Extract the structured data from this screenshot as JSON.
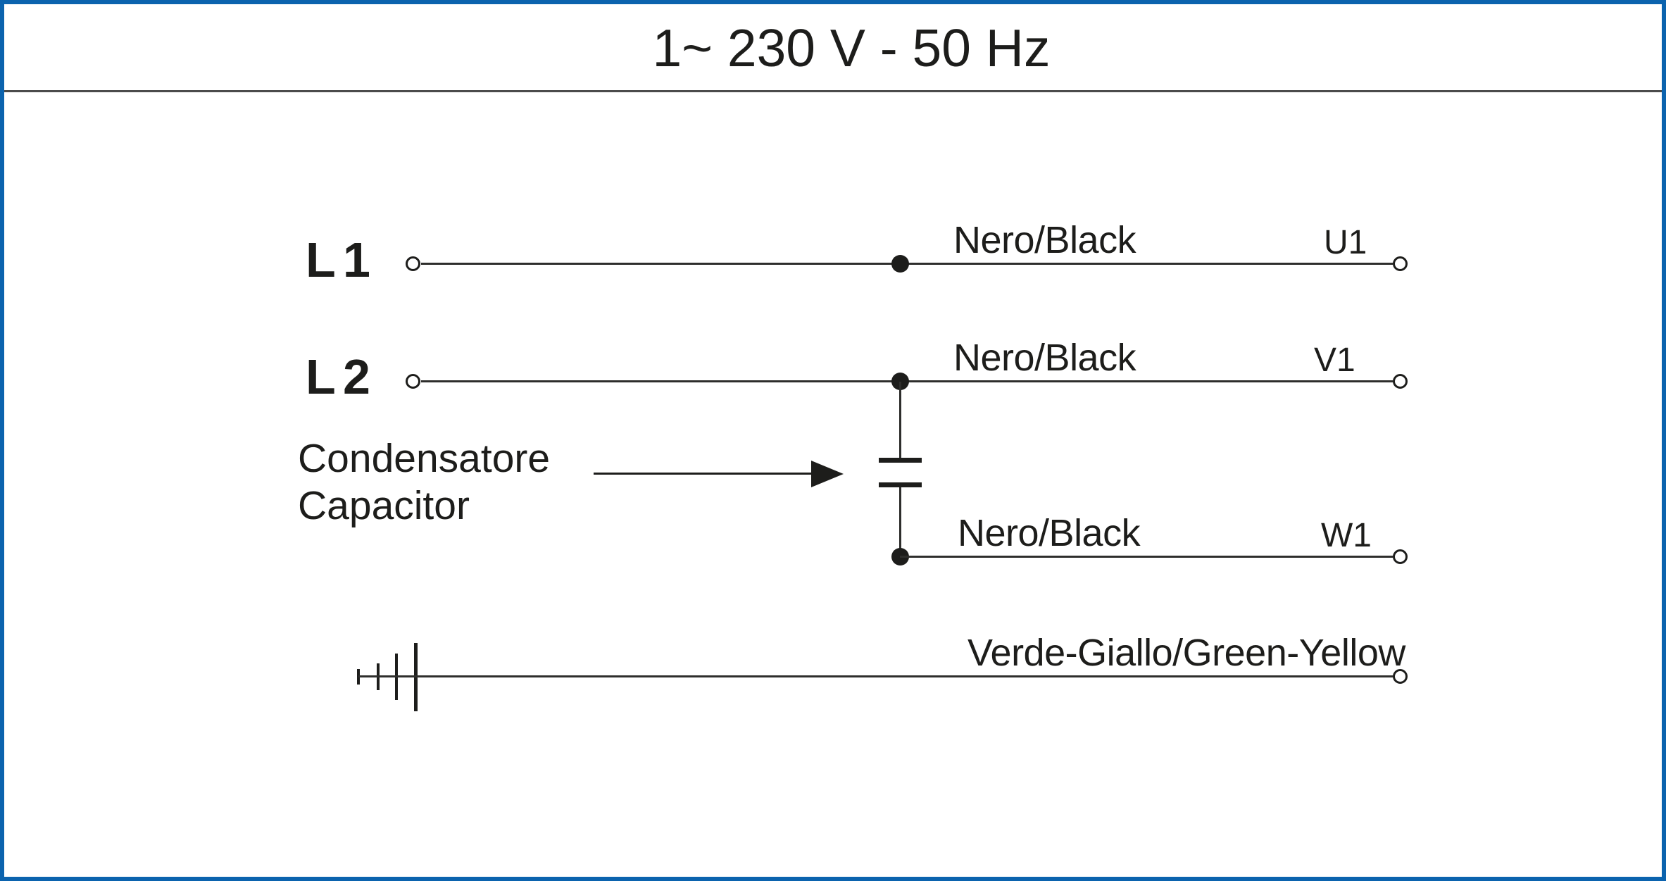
{
  "diagram": {
    "title": "1~ 230 V - 50 Hz",
    "supply": {
      "l1": {
        "label": "L 1",
        "wire": "Nero/Black",
        "terminal": "U1"
      },
      "l2": {
        "label": "L 2",
        "wire": "Nero/Black",
        "terminal": "V1"
      }
    },
    "capacitor_branch": {
      "wire": "Nero/Black",
      "terminal": "W1"
    },
    "capacitor_caption": {
      "line1": "Condensatore",
      "line2": "Capacitor"
    },
    "ground": {
      "wire": "Verde-Giallo/Green-Yellow"
    },
    "colors": {
      "frame_blue": "#0b63ae",
      "separator_gray": "#4b4b4b",
      "ink": "#1d1d1b",
      "wire": "#2e2e2c"
    }
  }
}
